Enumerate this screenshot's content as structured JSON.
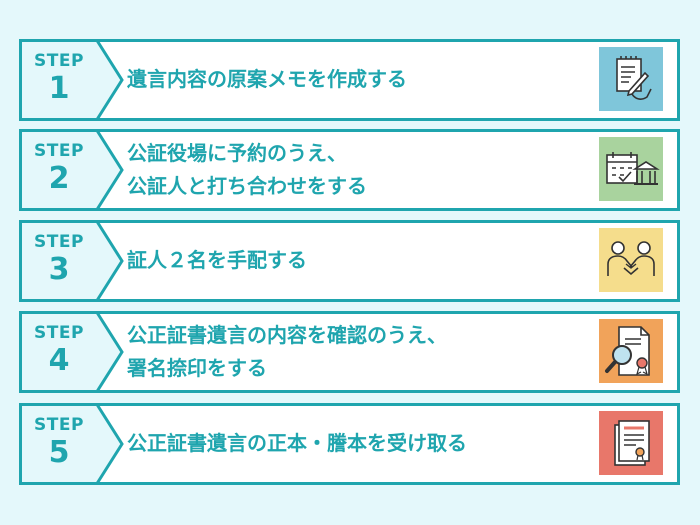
{
  "steps": [
    {
      "step_word": "STEP",
      "number": "1",
      "lines": [
        "遺言内容の原案メモを作成する"
      ],
      "icon": "memo-pen-icon",
      "icon_bg": "#7fc6da"
    },
    {
      "step_word": "STEP",
      "number": "2",
      "lines": [
        "公証役場に予約のうえ、",
        "公証人と打ち合わせをする"
      ],
      "icon": "calendar-building-icon",
      "icon_bg": "#a9d39e"
    },
    {
      "step_word": "STEP",
      "number": "3",
      "lines": [
        "証人２名を手配する"
      ],
      "icon": "handshake-icon",
      "icon_bg": "#f5dd8c"
    },
    {
      "step_word": "STEP",
      "number": "4",
      "lines": [
        "公正証書遺言の内容を確認のうえ、",
        "署名捺印をする"
      ],
      "icon": "document-magnifier-icon",
      "icon_bg": "#f1a35a"
    },
    {
      "step_word": "STEP",
      "number": "5",
      "lines": [
        "公正証書遺言の正本・謄本を受け取る"
      ],
      "icon": "certificate-icon",
      "icon_bg": "#e8776a"
    }
  ],
  "colors": {
    "accent": "#1fa5ae",
    "background": "#e4f8fb",
    "card": "#ffffff"
  }
}
